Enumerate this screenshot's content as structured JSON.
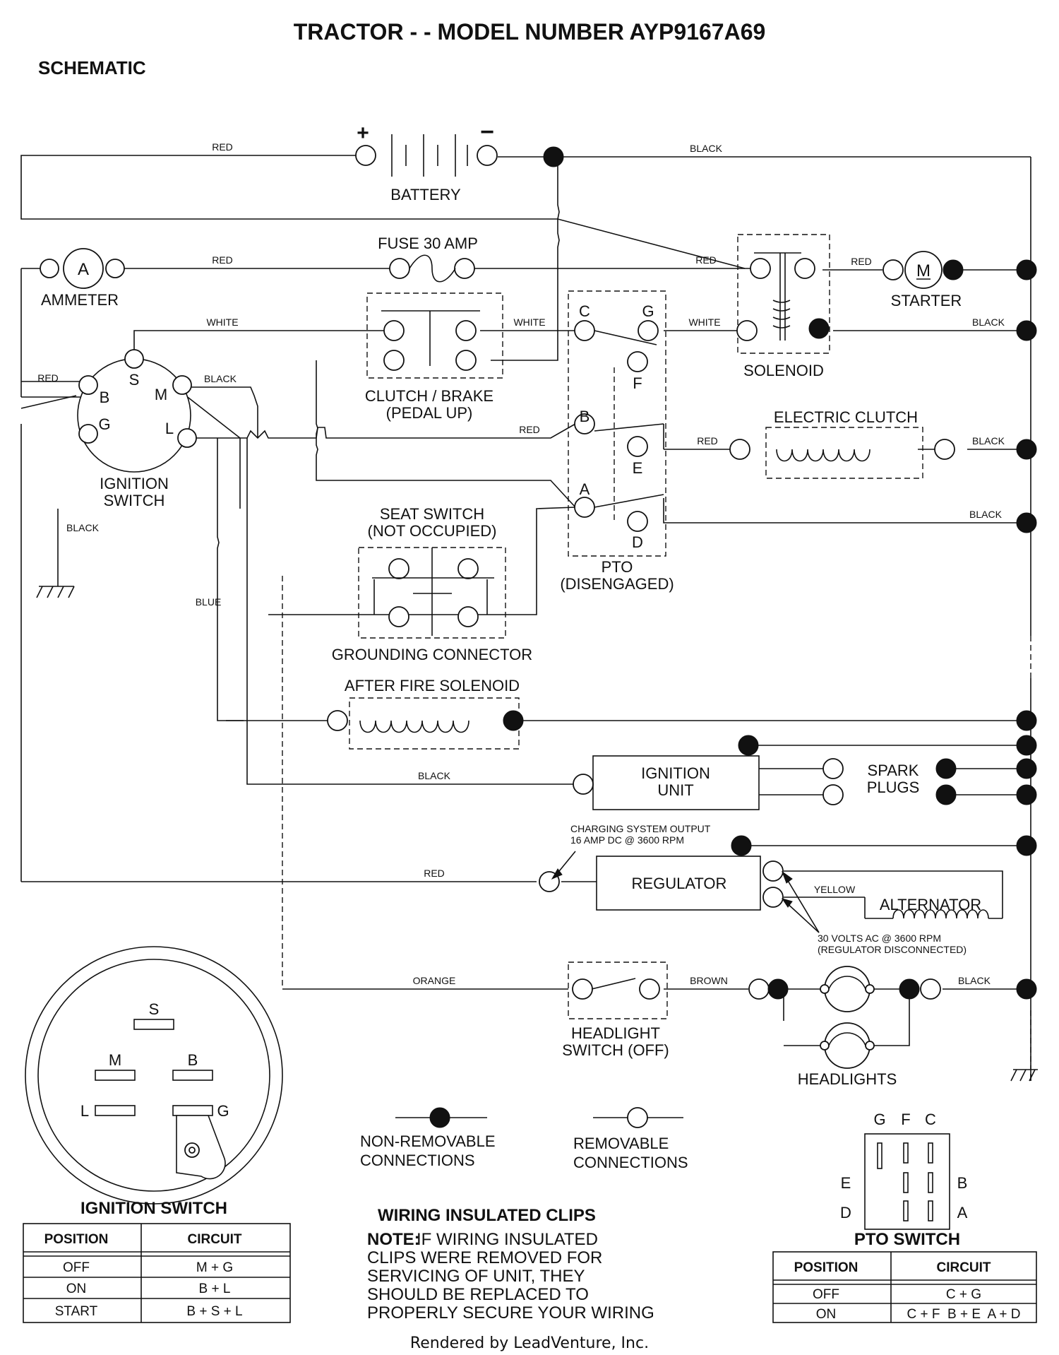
{
  "title": "TRACTOR - - MODEL NUMBER AYP9167A69",
  "subtitle": "SCHEMATIC",
  "components": {
    "battery": "BATTERY",
    "battery_plus": "+",
    "battery_minus": "−",
    "ammeter": "AMMETER",
    "ammeter_symbol": "A",
    "fuse": "FUSE 30 AMP",
    "starter": "STARTER",
    "starter_symbol": "M",
    "solenoid": "SOLENOID",
    "clutch_brake_1": "CLUTCH / BRAKE",
    "clutch_brake_2": "(PEDAL UP)",
    "ignition_switch_1": "IGNITION",
    "ignition_switch_2": "SWITCH",
    "electric_clutch": "ELECTRIC CLUTCH",
    "seat_switch_1": "SEAT SWITCH",
    "seat_switch_2": "(NOT OCCUPIED)",
    "pto_1": "PTO",
    "pto_2": "(DISENGAGED)",
    "grounding_connector": "GROUNDING CONNECTOR",
    "after_fire_solenoid": "AFTER FIRE SOLENOID",
    "ignition_unit_1": "IGNITION",
    "ignition_unit_2": "UNIT",
    "spark_plugs_1": "SPARK",
    "spark_plugs_2": "PLUGS",
    "charging_1": "CHARGING SYSTEM OUTPUT",
    "charging_2": "16 AMP DC @ 3600 RPM",
    "regulator": "REGULATOR",
    "alternator": "ALTERNATOR",
    "alt_volts_1": "30 VOLTS AC @ 3600 RPM",
    "alt_volts_2": "(REGULATOR DISCONNECTED)",
    "headlight_switch_1": "HEADLIGHT",
    "headlight_switch_2": "SWITCH (OFF)",
    "headlights": "HEADLIGHTS"
  },
  "pins": {
    "ign_s": "S",
    "ign_m": "M",
    "ign_b": "B",
    "ign_g": "G",
    "ign_l": "L",
    "pto_c": "C",
    "pto_g": "G",
    "pto_f": "F",
    "pto_b": "B",
    "pto_e": "E",
    "pto_a": "A",
    "pto_d": "D"
  },
  "wires": {
    "red_top": "RED",
    "black_top": "BLACK",
    "red_ammeter": "RED",
    "red_fuse_sol": "RED",
    "red_starter": "RED",
    "white_ign": "WHITE",
    "white_clutch": "WHITE",
    "white_sol": "WHITE",
    "black_sol": "BLACK",
    "red_b": "RED",
    "black_m": "BLACK",
    "red_pto_b": "RED",
    "red_eclutch": "RED",
    "black_eclutch": "BLACK",
    "black_pto_d": "BLACK",
    "black_ground": "BLACK",
    "blue": "BLUE",
    "black_ign_unit": "BLACK",
    "red_regulator": "RED",
    "yellow": "YELLOW",
    "orange": "ORANGE",
    "brown": "BROWN",
    "black_headlights": "BLACK"
  },
  "legend": {
    "non_removable_1": "NON-REMOVABLE",
    "non_removable_2": "CONNECTIONS",
    "removable_1": "REMOVABLE",
    "removable_2": "CONNECTIONS"
  },
  "ignition_face": {
    "s": "S",
    "m": "M",
    "b": "B",
    "l": "L",
    "g": "G"
  },
  "ignition_table": {
    "title": "IGNITION SWITCH",
    "headers": [
      "POSITION",
      "CIRCUIT"
    ],
    "rows": [
      [
        "OFF",
        "M + G"
      ],
      [
        "ON",
        "B + L"
      ],
      [
        "START",
        "B + S + L"
      ]
    ]
  },
  "clips": {
    "title": "WIRING INSULATED CLIPS",
    "note_label": "NOTE:",
    "lines": [
      " IF WIRING INSULATED",
      "CLIPS WERE REMOVED FOR",
      "SERVICING OF UNIT, THEY",
      "SHOULD BE REPLACED TO",
      "PROPERLY SECURE YOUR WIRING"
    ]
  },
  "pto_face": {
    "g": "G",
    "f": "F",
    "c": "C",
    "e": "E",
    "b": "B",
    "d": "D",
    "a": "A"
  },
  "pto_table": {
    "title": "PTO SWITCH",
    "headers": [
      "POSITION",
      "CIRCUIT"
    ],
    "rows": [
      [
        "OFF",
        "C + G"
      ],
      [
        "ON",
        "C + F  B + E  A + D"
      ]
    ]
  },
  "footer": "Rendered by LeadVenture, Inc."
}
